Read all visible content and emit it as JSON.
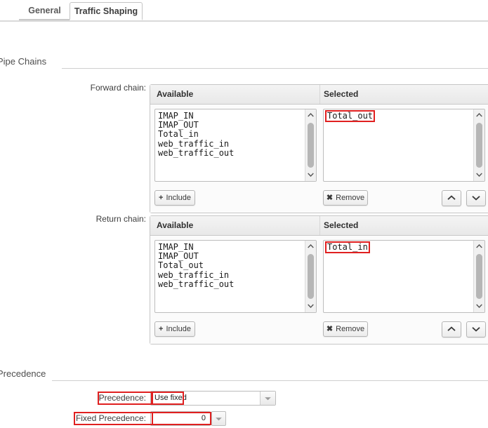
{
  "tabs": [
    {
      "label": "General",
      "active": false
    },
    {
      "label": "Traffic Shaping",
      "active": true
    }
  ],
  "groups": {
    "pipe_chains": {
      "legend": "Pipe Chains"
    },
    "precedence": {
      "legend": "Precedence"
    }
  },
  "forward_chain": {
    "label": "Forward chain:",
    "available_header": "Available",
    "selected_header": "Selected",
    "available_items": [
      "IMAP_IN",
      "IMAP_OUT",
      "Total_in",
      "web_traffic_in",
      "web_traffic_out"
    ],
    "selected_items": [
      "Total_out"
    ],
    "include_label": "Include",
    "include_glyph": "+",
    "remove_label": "Remove",
    "remove_glyph": "✖"
  },
  "return_chain": {
    "label": "Return chain:",
    "available_header": "Available",
    "selected_header": "Selected",
    "available_items": [
      "IMAP_IN",
      "IMAP_OUT",
      "Total_out",
      "web_traffic_in",
      "web_traffic_out"
    ],
    "selected_items": [
      "Total_in"
    ],
    "include_label": "Include",
    "include_glyph": "+",
    "remove_label": "Remove",
    "remove_glyph": "✖"
  },
  "precedence": {
    "precedence_label": "Precedence:",
    "precedence_value": "Use fixed",
    "fixed_label": "Fixed Precedence:",
    "fixed_value": "0"
  },
  "colors": {
    "annotation": "#e02020",
    "panel_border": "#c6c6c6",
    "header_bg": "#ececec"
  }
}
